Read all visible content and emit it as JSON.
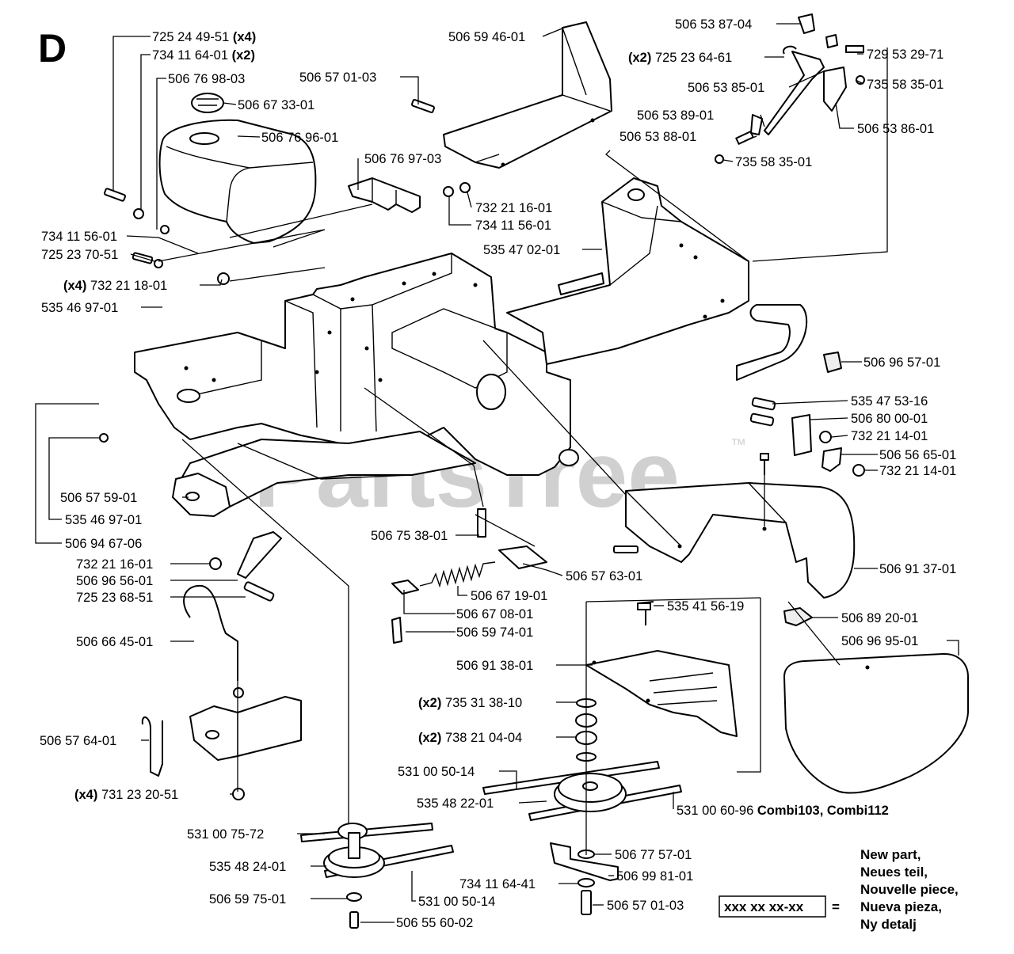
{
  "section_letter": "D",
  "watermark": "PartsTree",
  "watermark_tm": "™",
  "labels": [
    {
      "id": "p1",
      "qty": "",
      "text": "725 24 49-51",
      "suffix": "(x4)"
    },
    {
      "id": "p2",
      "qty": "",
      "text": "734 11 64-01",
      "suffix": "(x2)"
    },
    {
      "id": "p3",
      "qty": "",
      "text": "506 76 98-03",
      "suffix": ""
    },
    {
      "id": "p4",
      "qty": "",
      "text": "506 67 33-01",
      "suffix": ""
    },
    {
      "id": "p5",
      "qty": "",
      "text": "506 76 96-01",
      "suffix": ""
    },
    {
      "id": "p6",
      "qty": "",
      "text": "506 57 01-03",
      "suffix": ""
    },
    {
      "id": "p7",
      "qty": "",
      "text": "506 59 46-01",
      "suffix": ""
    },
    {
      "id": "p8",
      "qty": "",
      "text": "506 76 97-03",
      "suffix": ""
    },
    {
      "id": "p9",
      "qty": "",
      "text": "732 21 16-01",
      "suffix": ""
    },
    {
      "id": "p10",
      "qty": "",
      "text": "734 11 56-01",
      "suffix": ""
    },
    {
      "id": "p11",
      "qty": "",
      "text": "734 11 56-01",
      "suffix": ""
    },
    {
      "id": "p12",
      "qty": "",
      "text": "725 23 70-51",
      "suffix": ""
    },
    {
      "id": "p13",
      "qty": "(x4)",
      "text": "732 21 18-01",
      "suffix": ""
    },
    {
      "id": "p14",
      "qty": "",
      "text": "535 46 97-01",
      "suffix": ""
    },
    {
      "id": "p15",
      "qty": "",
      "text": "535 47 02-01",
      "suffix": ""
    },
    {
      "id": "p16",
      "qty": "",
      "text": "506 53 87-04",
      "suffix": ""
    },
    {
      "id": "p17",
      "qty": "(x2)",
      "text": "725 23 64-61",
      "suffix": ""
    },
    {
      "id": "p18",
      "qty": "",
      "text": "729 53 29-71",
      "suffix": ""
    },
    {
      "id": "p19",
      "qty": "",
      "text": "506 53 85-01",
      "suffix": ""
    },
    {
      "id": "p20",
      "qty": "",
      "text": "735 58 35-01",
      "suffix": ""
    },
    {
      "id": "p21",
      "qty": "",
      "text": "506 53 89-01",
      "suffix": ""
    },
    {
      "id": "p22",
      "qty": "",
      "text": "506 53 88-01",
      "suffix": ""
    },
    {
      "id": "p23",
      "qty": "",
      "text": "506 53 86-01",
      "suffix": ""
    },
    {
      "id": "p24",
      "qty": "",
      "text": "735 58 35-01",
      "suffix": ""
    },
    {
      "id": "p25",
      "qty": "",
      "text": "506 96 57-01",
      "suffix": ""
    },
    {
      "id": "p26",
      "qty": "",
      "text": "535 47 53-16",
      "suffix": ""
    },
    {
      "id": "p27",
      "qty": "",
      "text": "506 80 00-01",
      "suffix": ""
    },
    {
      "id": "p28",
      "qty": "",
      "text": "732 21 14-01",
      "suffix": ""
    },
    {
      "id": "p29",
      "qty": "",
      "text": "506 56 65-01",
      "suffix": ""
    },
    {
      "id": "p30",
      "qty": "",
      "text": "732 21 14-01",
      "suffix": ""
    },
    {
      "id": "p31",
      "qty": "",
      "text": "506 57 59-01",
      "suffix": ""
    },
    {
      "id": "p32",
      "qty": "",
      "text": "535 46 97-01",
      "suffix": ""
    },
    {
      "id": "p33",
      "qty": "",
      "text": "506 94 67-06",
      "suffix": ""
    },
    {
      "id": "p34",
      "qty": "",
      "text": "506 75 38-01",
      "suffix": ""
    },
    {
      "id": "p35",
      "qty": "",
      "text": "506 91 37-01",
      "suffix": ""
    },
    {
      "id": "p36",
      "qty": "",
      "text": "732 21 16-01",
      "suffix": ""
    },
    {
      "id": "p37",
      "qty": "",
      "text": "506 96 56-01",
      "suffix": ""
    },
    {
      "id": "p38",
      "qty": "",
      "text": "725 23 68-51",
      "suffix": ""
    },
    {
      "id": "p39",
      "qty": "",
      "text": "506 57 63-01",
      "suffix": ""
    },
    {
      "id": "p40",
      "qty": "",
      "text": "506 67 19-01",
      "suffix": ""
    },
    {
      "id": "p41",
      "qty": "",
      "text": "506 67 08-01",
      "suffix": ""
    },
    {
      "id": "p42",
      "qty": "",
      "text": "506 59 74-01",
      "suffix": ""
    },
    {
      "id": "p43",
      "qty": "",
      "text": "535 41 56-19",
      "suffix": ""
    },
    {
      "id": "p44",
      "qty": "",
      "text": "506 89 20-01",
      "suffix": ""
    },
    {
      "id": "p45",
      "qty": "",
      "text": "506 66 45-01",
      "suffix": ""
    },
    {
      "id": "p46",
      "qty": "",
      "text": "506 91 38-01",
      "suffix": ""
    },
    {
      "id": "p47",
      "qty": "",
      "text": "506 96 95-01",
      "suffix": ""
    },
    {
      "id": "p48",
      "qty": "(x2)",
      "text": "735 31 38-10",
      "suffix": ""
    },
    {
      "id": "p49",
      "qty": "(x2)",
      "text": "738 21 04-04",
      "suffix": ""
    },
    {
      "id": "p50",
      "qty": "",
      "text": "506 57 64-01",
      "suffix": ""
    },
    {
      "id": "p51",
      "qty": "",
      "text": "531 00 50-14",
      "suffix": ""
    },
    {
      "id": "p52",
      "qty": "",
      "text": "535 48 22-01",
      "suffix": ""
    },
    {
      "id": "p53",
      "qty": "",
      "text": "531 00 60-96",
      "suffix": "Combi103, Combi112"
    },
    {
      "id": "p54",
      "qty": "(x4)",
      "text": "731 23 20-51",
      "suffix": ""
    },
    {
      "id": "p55",
      "qty": "",
      "text": "531 00 75-72",
      "suffix": ""
    },
    {
      "id": "p56",
      "qty": "",
      "text": "535 48 24-01",
      "suffix": ""
    },
    {
      "id": "p57",
      "qty": "",
      "text": "506 59 75-01",
      "suffix": ""
    },
    {
      "id": "p58",
      "qty": "",
      "text": "531 00 50-14",
      "suffix": ""
    },
    {
      "id": "p59",
      "qty": "",
      "text": "506 55 60-02",
      "suffix": ""
    },
    {
      "id": "p60",
      "qty": "",
      "text": "506 77 57-01",
      "suffix": ""
    },
    {
      "id": "p61",
      "qty": "",
      "text": "506 99 81-01",
      "suffix": ""
    },
    {
      "id": "p62",
      "qty": "",
      "text": "734 11 64-41",
      "suffix": ""
    },
    {
      "id": "p63",
      "qty": "",
      "text": "506 57 01-03",
      "suffix": ""
    }
  ],
  "legend": {
    "code": "xxx xx xx-xx",
    "equals": "=",
    "lines": [
      "New part,",
      "Neues teil,",
      "Nouvelle piece,",
      "Nueva pieza,",
      "Ny detalj"
    ]
  }
}
